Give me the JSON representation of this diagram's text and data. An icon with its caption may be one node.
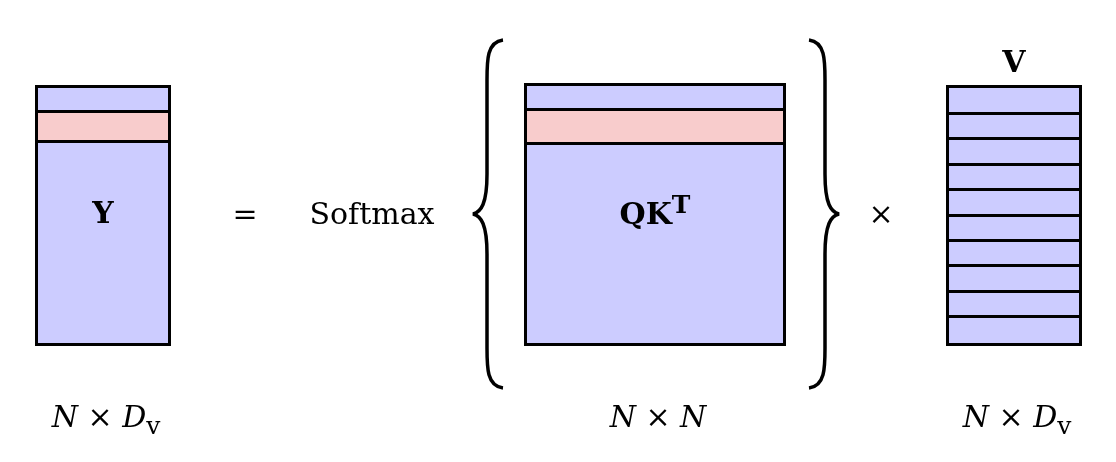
{
  "diagram": {
    "nodes": [
      {
        "text": [
          "Y"
        ],
        "beside": [
          "*N* × *D*$_{v}$"
        ]
      },
      {
        "text": [
          "**QK**$^{T}$"
        ],
        "beside": [
          "*N* × *N*"
        ]
      },
      {
        "text": [
          "V"
        ],
        "beside": [
          "*N* × *D*$_{v}$"
        ]
      }
    ],
    "labels": [
      "=",
      "Softmax",
      "×"
    ]
  }
}
